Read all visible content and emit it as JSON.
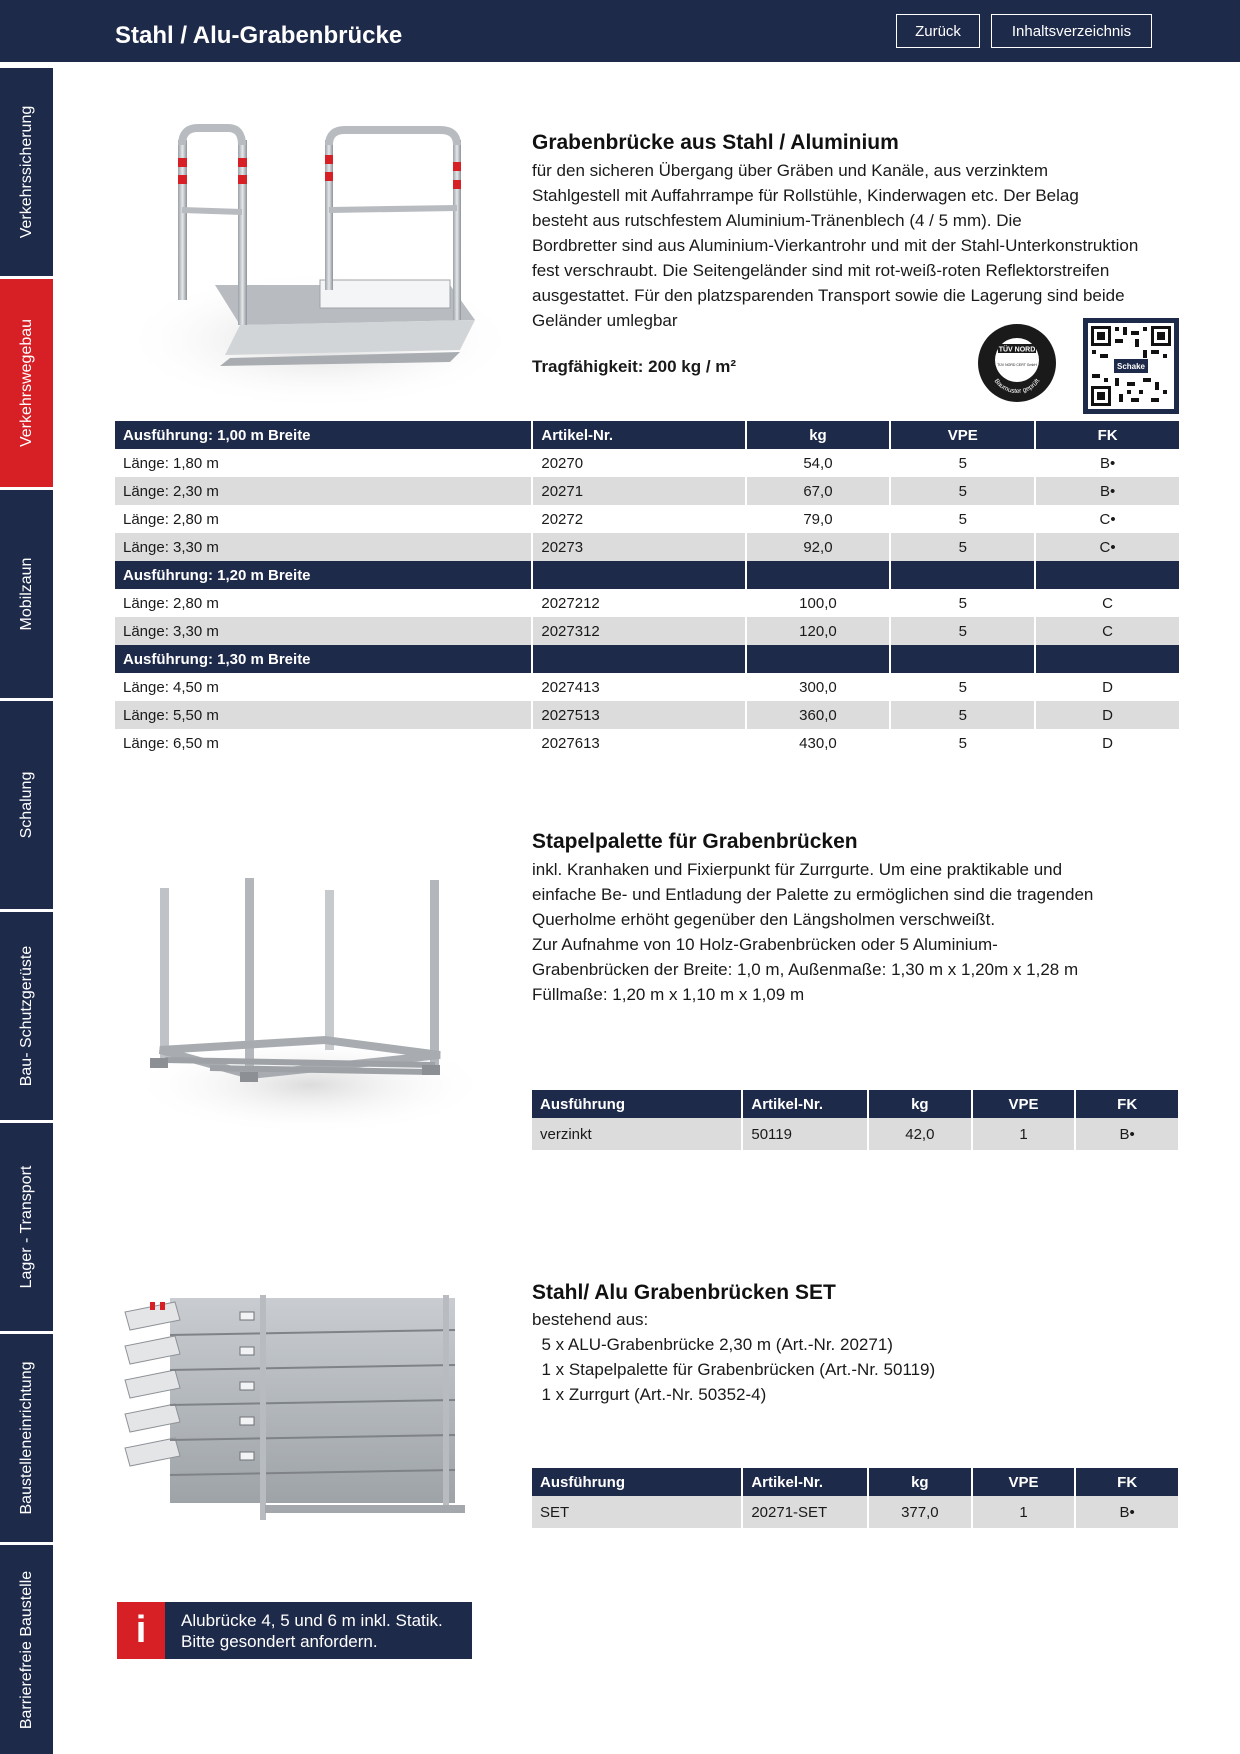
{
  "header": {
    "title": "Stahl / Alu-Grabenbrücke",
    "back_label": "Zurück",
    "toc_label": "Inhaltsverzeichnis"
  },
  "sidebar": {
    "items": [
      {
        "label": "Verkehrssicherung",
        "active": false
      },
      {
        "label": "Verkehrswegebau",
        "active": true
      },
      {
        "label": "Mobilzaun",
        "active": false
      },
      {
        "label": "Schalung",
        "active": false
      },
      {
        "label": "Bau- Schutzgerüste",
        "active": false
      },
      {
        "label": "Lager - Transport",
        "active": false
      },
      {
        "label": "Baustelleneinrichtung",
        "active": false
      },
      {
        "label": "Barrierefreie Baustelle",
        "active": false
      }
    ]
  },
  "colors": {
    "navy": "#1e2a4a",
    "red": "#d71f26",
    "row_alt": "#dcdcdc"
  },
  "product1": {
    "title": "Grabenbrücke aus Stahl / Aluminium",
    "lines": [
      "für den sicheren Übergang über Gräben und Kanäle, aus verzinktem",
      "Stahlgestell mit Auffahrrampe für Rollstühle, Kinderwagen etc. Der Belag",
      "besteht aus rutschfestem Aluminium-Tränenblech (4 / 5 mm). Die",
      "Bordbretter sind aus Aluminium-Vierkantrohr und mit der Stahl-Unterkonstruktion",
      "fest verschraubt. Die Seitengeländer sind mit rot-weiß-roten Reflektorstreifen",
      "ausgestattet. Für den platzsparenden Transport sowie die Lagerung sind beide",
      "Geländer umlegbar"
    ],
    "capacity": "Tragfähigkeit: 200 kg / m²",
    "seal": {
      "top": "TÜV NORD",
      "ring": "Baumuster geprüft",
      "small": "TÜV NORD CERT GmbH"
    },
    "qr_label": "Schake",
    "table": {
      "headers": [
        "Ausführung: 1,00 m Breite",
        "Artikel-Nr.",
        "kg",
        "VPE",
        "FK"
      ],
      "rows": [
        {
          "type": "row",
          "cells": [
            "Länge: 1,80 m",
            "20270",
            "54,0",
            "5",
            "B•"
          ]
        },
        {
          "type": "row",
          "cells": [
            "Länge: 2,30 m",
            "20271",
            "67,0",
            "5",
            "B•"
          ]
        },
        {
          "type": "row",
          "cells": [
            "Länge: 2,80 m",
            "20272",
            "79,0",
            "5",
            "C•"
          ]
        },
        {
          "type": "row",
          "cells": [
            "Länge: 3,30 m",
            "20273",
            "92,0",
            "5",
            "C•"
          ]
        },
        {
          "type": "section",
          "cells": [
            "Ausführung: 1,20 m Breite",
            "",
            "",
            "",
            ""
          ]
        },
        {
          "type": "row",
          "cells": [
            "Länge: 2,80 m",
            "2027212",
            "100,0",
            "5",
            "C"
          ]
        },
        {
          "type": "row",
          "cells": [
            "Länge: 3,30 m",
            "2027312",
            "120,0",
            "5",
            "C"
          ]
        },
        {
          "type": "section",
          "cells": [
            "Ausführung: 1,30 m Breite",
            "",
            "",
            "",
            ""
          ]
        },
        {
          "type": "row",
          "cells": [
            "Länge: 4,50 m",
            "2027413",
            "300,0",
            "5",
            "D"
          ]
        },
        {
          "type": "row",
          "cells": [
            "Länge: 5,50 m",
            "2027513",
            "360,0",
            "5",
            "D"
          ]
        },
        {
          "type": "row",
          "cells": [
            "Länge: 6,50 m",
            "2027613",
            "430,0",
            "5",
            "D"
          ]
        }
      ]
    }
  },
  "product2": {
    "title": "Stapelpalette für Grabenbrücken",
    "lines": [
      "inkl. Kranhaken und Fixierpunkt für Zurrgurte. Um eine praktikable und",
      "einfache Be- und Entladung der Palette zu ermöglichen sind die tragenden",
      "Querholme erhöht gegenüber den Längsholmen verschweißt.",
      "Zur Aufnahme von 10 Holz-Grabenbrücken oder 5 Aluminium-",
      "Grabenbrücken der Breite: 1,0 m, Außenmaße: 1,30 m x 1,20m x 1,28 m",
      "Füllmaße: 1,20 m x 1,10 m x 1,09 m"
    ],
    "table": {
      "headers": [
        "Ausführung",
        "Artikel-Nr.",
        "kg",
        "VPE",
        "FK"
      ],
      "rows": [
        {
          "type": "row",
          "cells": [
            "verzinkt",
            "50119",
            "42,0",
            "1",
            "B•"
          ]
        }
      ]
    }
  },
  "product3": {
    "title": "Stahl/ Alu Grabenbrücken SET",
    "lines": [
      "bestehend aus:",
      "  5 x ALU-Grabenbrücke 2,30 m (Art.-Nr. 20271)",
      "  1 x Stapelpalette für Grabenbrücken (Art.-Nr. 50119)",
      "  1 x Zurrgurt (Art.-Nr. 50352-4)"
    ],
    "table": {
      "headers": [
        "Ausführung",
        "Artikel-Nr.",
        "kg",
        "VPE",
        "FK"
      ],
      "rows": [
        {
          "type": "row",
          "cells": [
            "SET",
            "20271-SET",
            "377,0",
            "1",
            "B•"
          ]
        }
      ]
    }
  },
  "info": {
    "icon": "i",
    "line1": "Alubrücke 4, 5 und 6 m inkl. Statik.",
    "line2": "Bitte gesondert anfordern."
  }
}
